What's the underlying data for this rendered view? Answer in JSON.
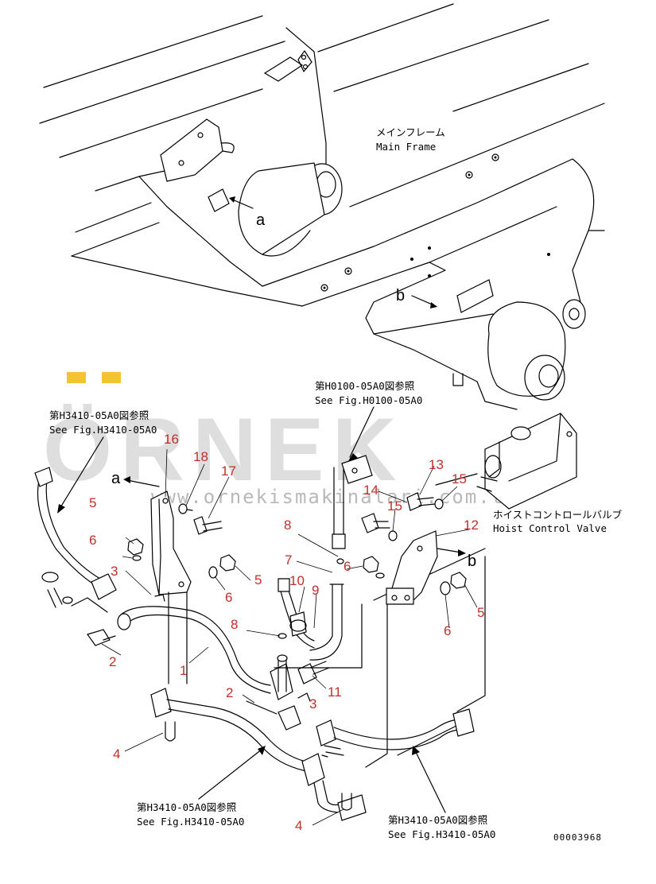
{
  "watermark": {
    "brand": "ÖRNEK",
    "url": "www.ornekismakinalari.com.tr",
    "accent_color": "#f3c431",
    "text_color": "#dedede"
  },
  "references": {
    "main_frame": {
      "jp": "メインフレーム",
      "en": "Main Frame"
    },
    "fig_h0100": {
      "jp": "第H0100-05A0図参照",
      "en": "See Fig.H0100-05A0"
    },
    "fig_h3410_left": {
      "jp": "第H3410-05A0図参照",
      "en": "See Fig.H3410-05A0"
    },
    "fig_h3410_bottom": {
      "jp": "第H3410-05A0図参照",
      "en": "See Fig.H3410-05A0"
    },
    "fig_h3410_right": {
      "jp": "第H3410-05A0図参照",
      "en": "See Fig.H3410-05A0"
    },
    "hoist_valve": {
      "jp": "ホイストコントロールバルブ",
      "en": "Hoist Control Valve"
    }
  },
  "view_markers": {
    "a_top": "a",
    "b_top": "b",
    "a_detail": "a",
    "b_detail": "b"
  },
  "drawing_code": "00003968",
  "part_numbers": {
    "n1": "1",
    "n2a": "2",
    "n2b": "2",
    "n3a": "3",
    "n3b": "3",
    "n4a": "4",
    "n4b": "4",
    "n5a": "5",
    "n5b": "5",
    "n5c": "5",
    "n6a": "6",
    "n6b": "6",
    "n6c": "6",
    "n6d": "6",
    "n7": "7",
    "n8a": "8",
    "n8b": "8",
    "n9": "9",
    "n10": "10",
    "n11": "11",
    "n12": "12",
    "n13": "13",
    "n14": "14",
    "n15a": "15",
    "n15b": "15",
    "n16": "16",
    "n17": "17",
    "n18": "18"
  },
  "colors": {
    "callout": "#c0302a",
    "line": "#000000"
  }
}
